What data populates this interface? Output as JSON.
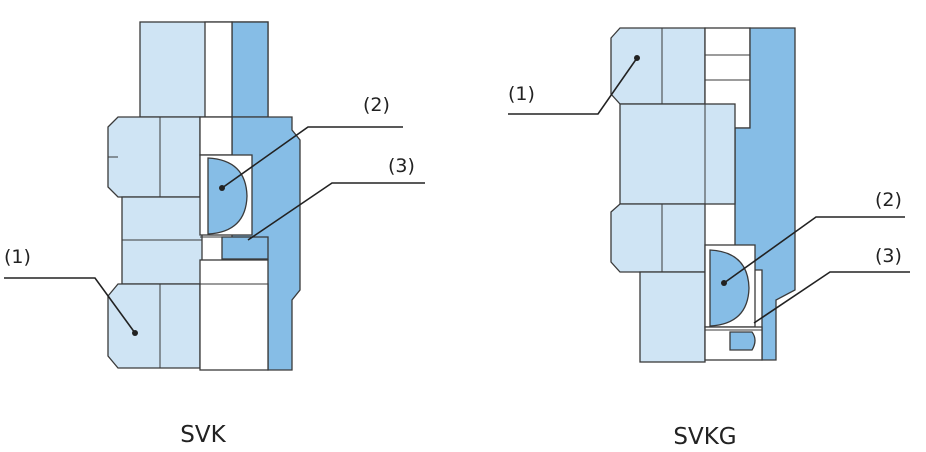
{
  "figures": [
    {
      "caption": "SVK",
      "callouts": {
        "body": "(1)",
        "ball": "(2)",
        "seal": "(3)"
      }
    },
    {
      "caption": "SVKG",
      "callouts": {
        "body": "(1)",
        "ball": "(2)",
        "seal": "(3)"
      }
    }
  ],
  "colors": {
    "light_blue": "#cfe4f4",
    "dark_blue": "#86bde6",
    "outline": "#3a3a3a"
  }
}
